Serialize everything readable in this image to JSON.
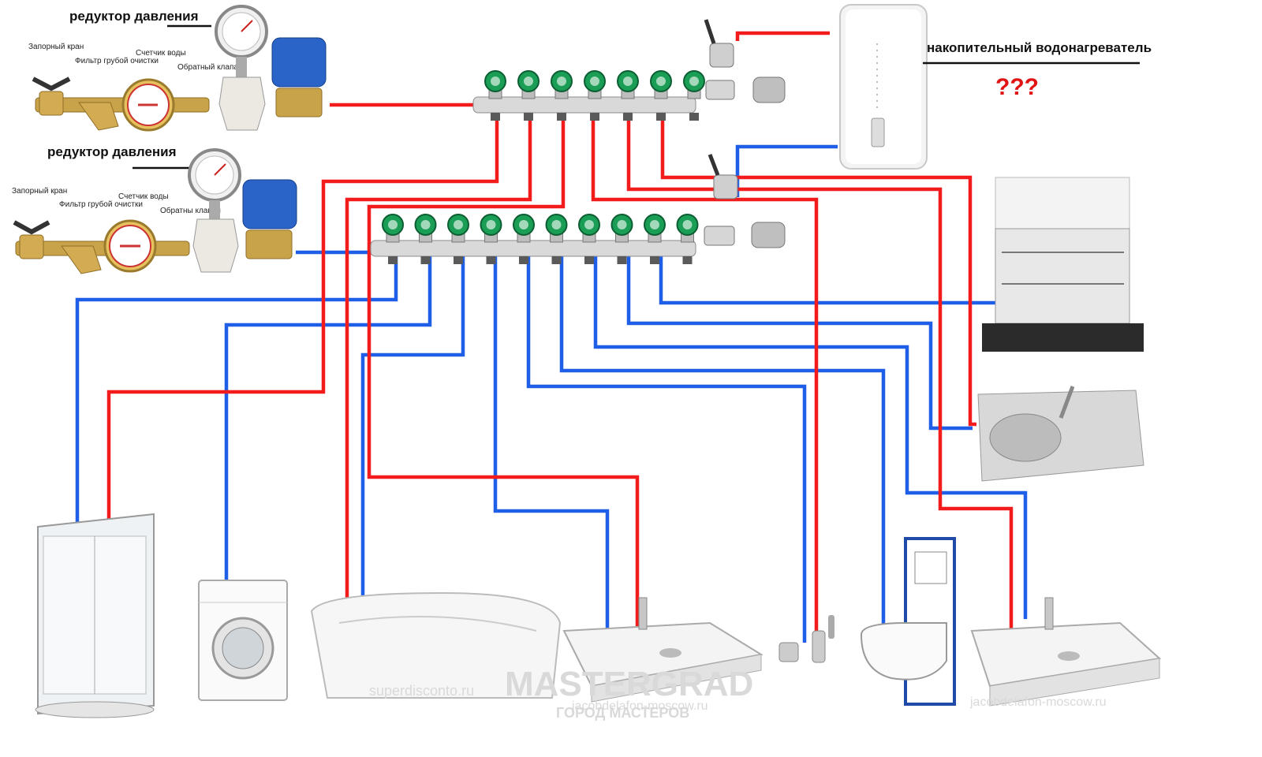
{
  "colors": {
    "hot": "#f21c1c",
    "cold": "#1f5fe8",
    "brass": "#c9a34a",
    "valve_cap": "#1a9e55",
    "valve_cap_hot": "#d82b2b"
  },
  "top_assembly": {
    "title": "редуктор давления",
    "labels": {
      "shutoff": "Запорный кран",
      "filter": "Фильтр грубой очистки",
      "meter": "Счетчик воды",
      "check": "Обратный клапан"
    }
  },
  "bottom_assembly": {
    "title": "редуктор давления",
    "labels": {
      "shutoff": "Запорный кран",
      "filter": "Фильтр грубой очистки",
      "meter": "Счетчик воды",
      "check": "Обратны клапан"
    }
  },
  "heater": {
    "title": "накопительный водонагреватель",
    "question": "???"
  },
  "appliances": [
    "shower-cabin",
    "washing-machine",
    "bathtub",
    "washbasin",
    "hygienic-shower",
    "wall-toilet",
    "washbasin",
    "kitchen-sink",
    "dishwasher"
  ],
  "watermarks": {
    "brand": "MASTERGRAD",
    "brand_sub": "ГОРОД МАСТЕРОВ",
    "site1": "superdisconto.ru",
    "site2": "jacobdelafon-moscow.ru",
    "site3": "jacobdelafon-moscow.ru"
  }
}
